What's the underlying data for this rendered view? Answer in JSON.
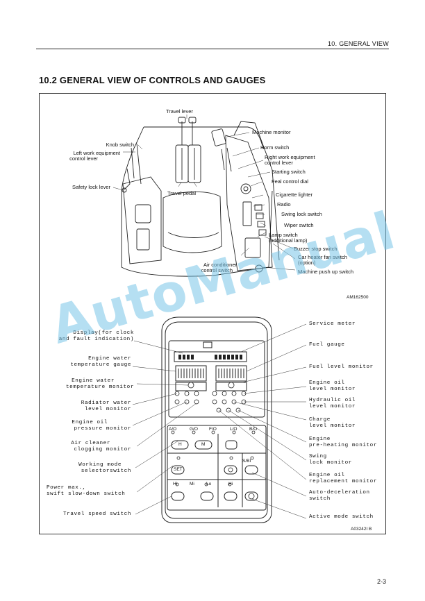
{
  "header": {
    "section": "10. GENERAL VIEW"
  },
  "title": "10.2  GENERAL VIEW OF CONTROLS AND GAUGES",
  "top_diagram": {
    "labels": {
      "travel_lever": "Travel lever",
      "machine_monitor": "Machine monitor",
      "knob_switch": "Knob switch",
      "horn_switch": "Horm switch",
      "left_work_lever_1": "Left work equipment",
      "left_work_lever_2": "control lever",
      "right_work_lever_1": "Right work equipment",
      "right_work_lever_2": "control lever",
      "starting_switch": "Starting switch",
      "fuel_control_dial": "Feal control dial",
      "safety_lock_lever": "Safety lock lever",
      "travel_pedal": "Travel pedal",
      "cigarette_lighter": "Cigarette lighter",
      "radio": "Radio",
      "swing_lock_switch": "Swing lock switch",
      "wiper_switch": "Wiper switch",
      "lamp_switch_1": "Lamp switch",
      "lamp_switch_2": "(additional lamp)",
      "buzzer_stop_switch": "Buzzer stop switch",
      "car_heater_1": "Car heater fan switch",
      "car_heater_2": "(option)",
      "air_conditioner_1": "Air conditioner",
      "air_conditioner_2": "control switch",
      "machine_push_up": "Machine push up switch"
    },
    "code": "AM162500"
  },
  "bottom_diagram": {
    "left_labels": {
      "display_1": "Display(for clock",
      "display_2": "and fault indication)",
      "water_gauge_1": "Engine water",
      "water_gauge_2": "temperature gauge",
      "water_mon_1": "Engine water",
      "water_mon_2": "temperature monitor",
      "radiator_1": "Radiator water",
      "radiator_2": "level monitor",
      "oil_pressure_1": "Engine oil",
      "oil_pressure_2": "pressure monitor",
      "air_cleaner_1": "Air cleaner",
      "air_cleaner_2": "clogging monitor",
      "working_mode_1": "Working mode",
      "working_mode_2": "selectorswitch",
      "power_max_1": "Power max.,",
      "power_max_2": "swift slow-down switch",
      "travel_speed": "Travel speed switch"
    },
    "right_labels": {
      "service_meter": "Service meter",
      "fuel_gauge": "Fuel gauge",
      "fuel_level": "Fuel level monitor",
      "engine_oil_level_1": "Engine oil",
      "engine_oil_level_2": "level monitor",
      "hydraulic_oil_1": "Hydraulic oil",
      "hydraulic_oil_2": "level monitor",
      "charge_1": "Charge",
      "charge_2": "level monitor",
      "preheat_1": "Engine",
      "preheat_2": "pre-heating monitor",
      "swing_lock_1": "Swing",
      "swing_lock_2": "lock monitor",
      "oil_replace_1": "Engine oil",
      "oil_replace_2": "replacement monitor",
      "auto_decel_1": "Auto-deceleration",
      "auto_decel_2": "switch",
      "active_mode": "Active mode switch"
    },
    "panel": {
      "mode_labels": [
        "A/O",
        "G/O",
        "F/O",
        "L/O",
        "B/O"
      ],
      "btn_h": "H",
      "btn_m": "M",
      "btn_set": "SET",
      "hi_1": "Hi",
      "mi": "Mi",
      "lo": "Lo",
      "hi_2": "Hi",
      "s_bi": "S/BI"
    },
    "code": "A03242I B"
  },
  "page_number": "2-3",
  "watermark": "AutoManual"
}
